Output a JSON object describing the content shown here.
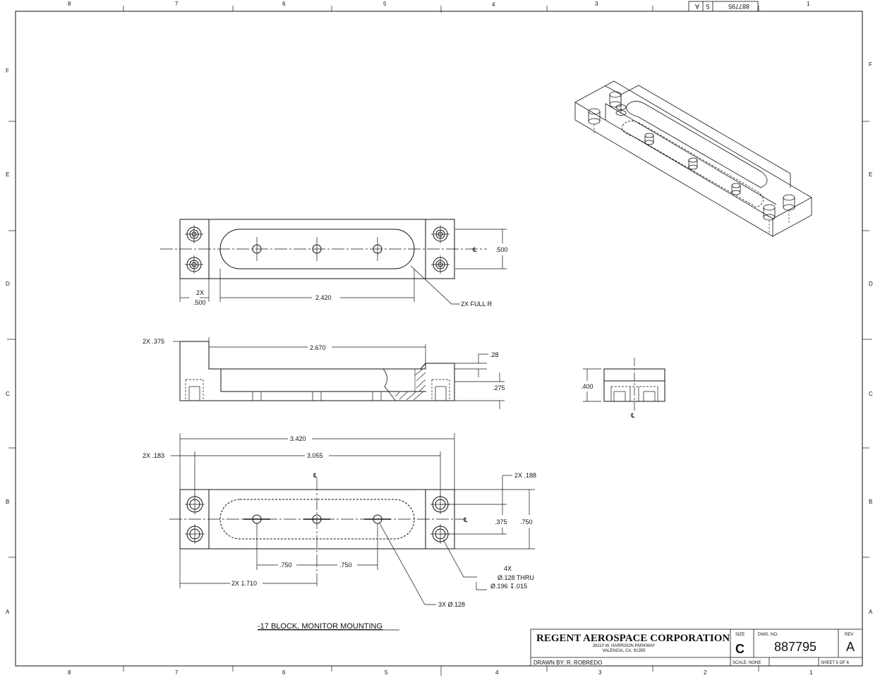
{
  "border": {
    "top_numbers": [
      "8",
      "7",
      "6",
      "5",
      "4",
      "3",
      "1"
    ],
    "bottom_numbers": [
      "8",
      "7",
      "6",
      "5",
      "4",
      "3",
      "2",
      "1"
    ],
    "letters": [
      "F",
      "E",
      "D",
      "C",
      "B",
      "A"
    ],
    "corner_stamp": {
      "sheet": "5",
      "dwg": "887795",
      "rev": "A"
    }
  },
  "top_view": {
    "labels": {
      "d1": ".500",
      "d2_a": "2X",
      "d2_b": ".500",
      "d3": "2.420",
      "note": "2X FULL R"
    }
  },
  "front_view": {
    "labels": {
      "d1": "2X .375",
      "d2": "2.670",
      "d3": ".28",
      "d4": ".275"
    }
  },
  "side_view": {
    "labels": {
      "d1": ".400"
    }
  },
  "bottom_view": {
    "labels": {
      "d1": "3.420",
      "d2": "3.055",
      "d3": "2X .183",
      "d4": "2X .188",
      "d5": ".375",
      "d6": ".750",
      "d7": ".750",
      "d8": ".750",
      "d9": "2X 1.710",
      "hole_count": "4X",
      "hole_thru": "Ø.128 THRU",
      "hole_cbore": "Ø.196 ↧.015",
      "hole_3x": "3X Ø.128"
    }
  },
  "caption": "-17 BLOCK, MONITOR MOUNTING",
  "title_block": {
    "company": "REGENT AEROSPACE CORPORATION",
    "address1": "28110 W. HARRISON PARKWAY",
    "address2": "VALENCIA, CA. 91355",
    "drawn_by": "DRAWN BY:  R. ROBREDO",
    "size_label": "SIZE",
    "size": "C",
    "dwg_label": "DWG. NO.",
    "dwg_no": "887795",
    "rev_label": "REV",
    "rev": "A",
    "scale": "SCALE: NONE",
    "sheet": "SHEET 5 OF 6"
  }
}
